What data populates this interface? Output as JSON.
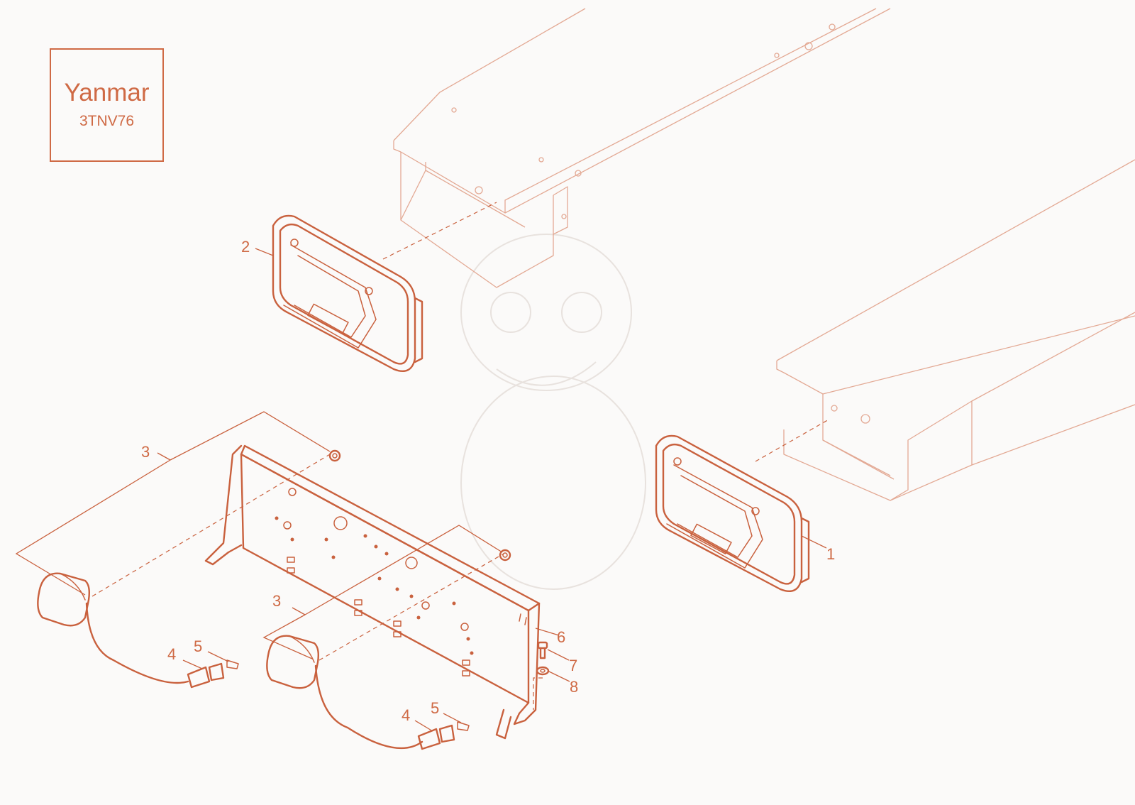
{
  "title_box": {
    "brand": "Yanmar",
    "model": "3TNV76"
  },
  "callouts": {
    "c1": "1",
    "c2": "2",
    "c3a": "3",
    "c3b": "3",
    "c4a": "4",
    "c4b": "4",
    "c5a": "5",
    "c5b": "5",
    "c6": "6",
    "c7": "7",
    "c8": "8"
  },
  "colors": {
    "line": "#c9613e",
    "frame": "#e3a994",
    "background": "#fbfaf9"
  }
}
